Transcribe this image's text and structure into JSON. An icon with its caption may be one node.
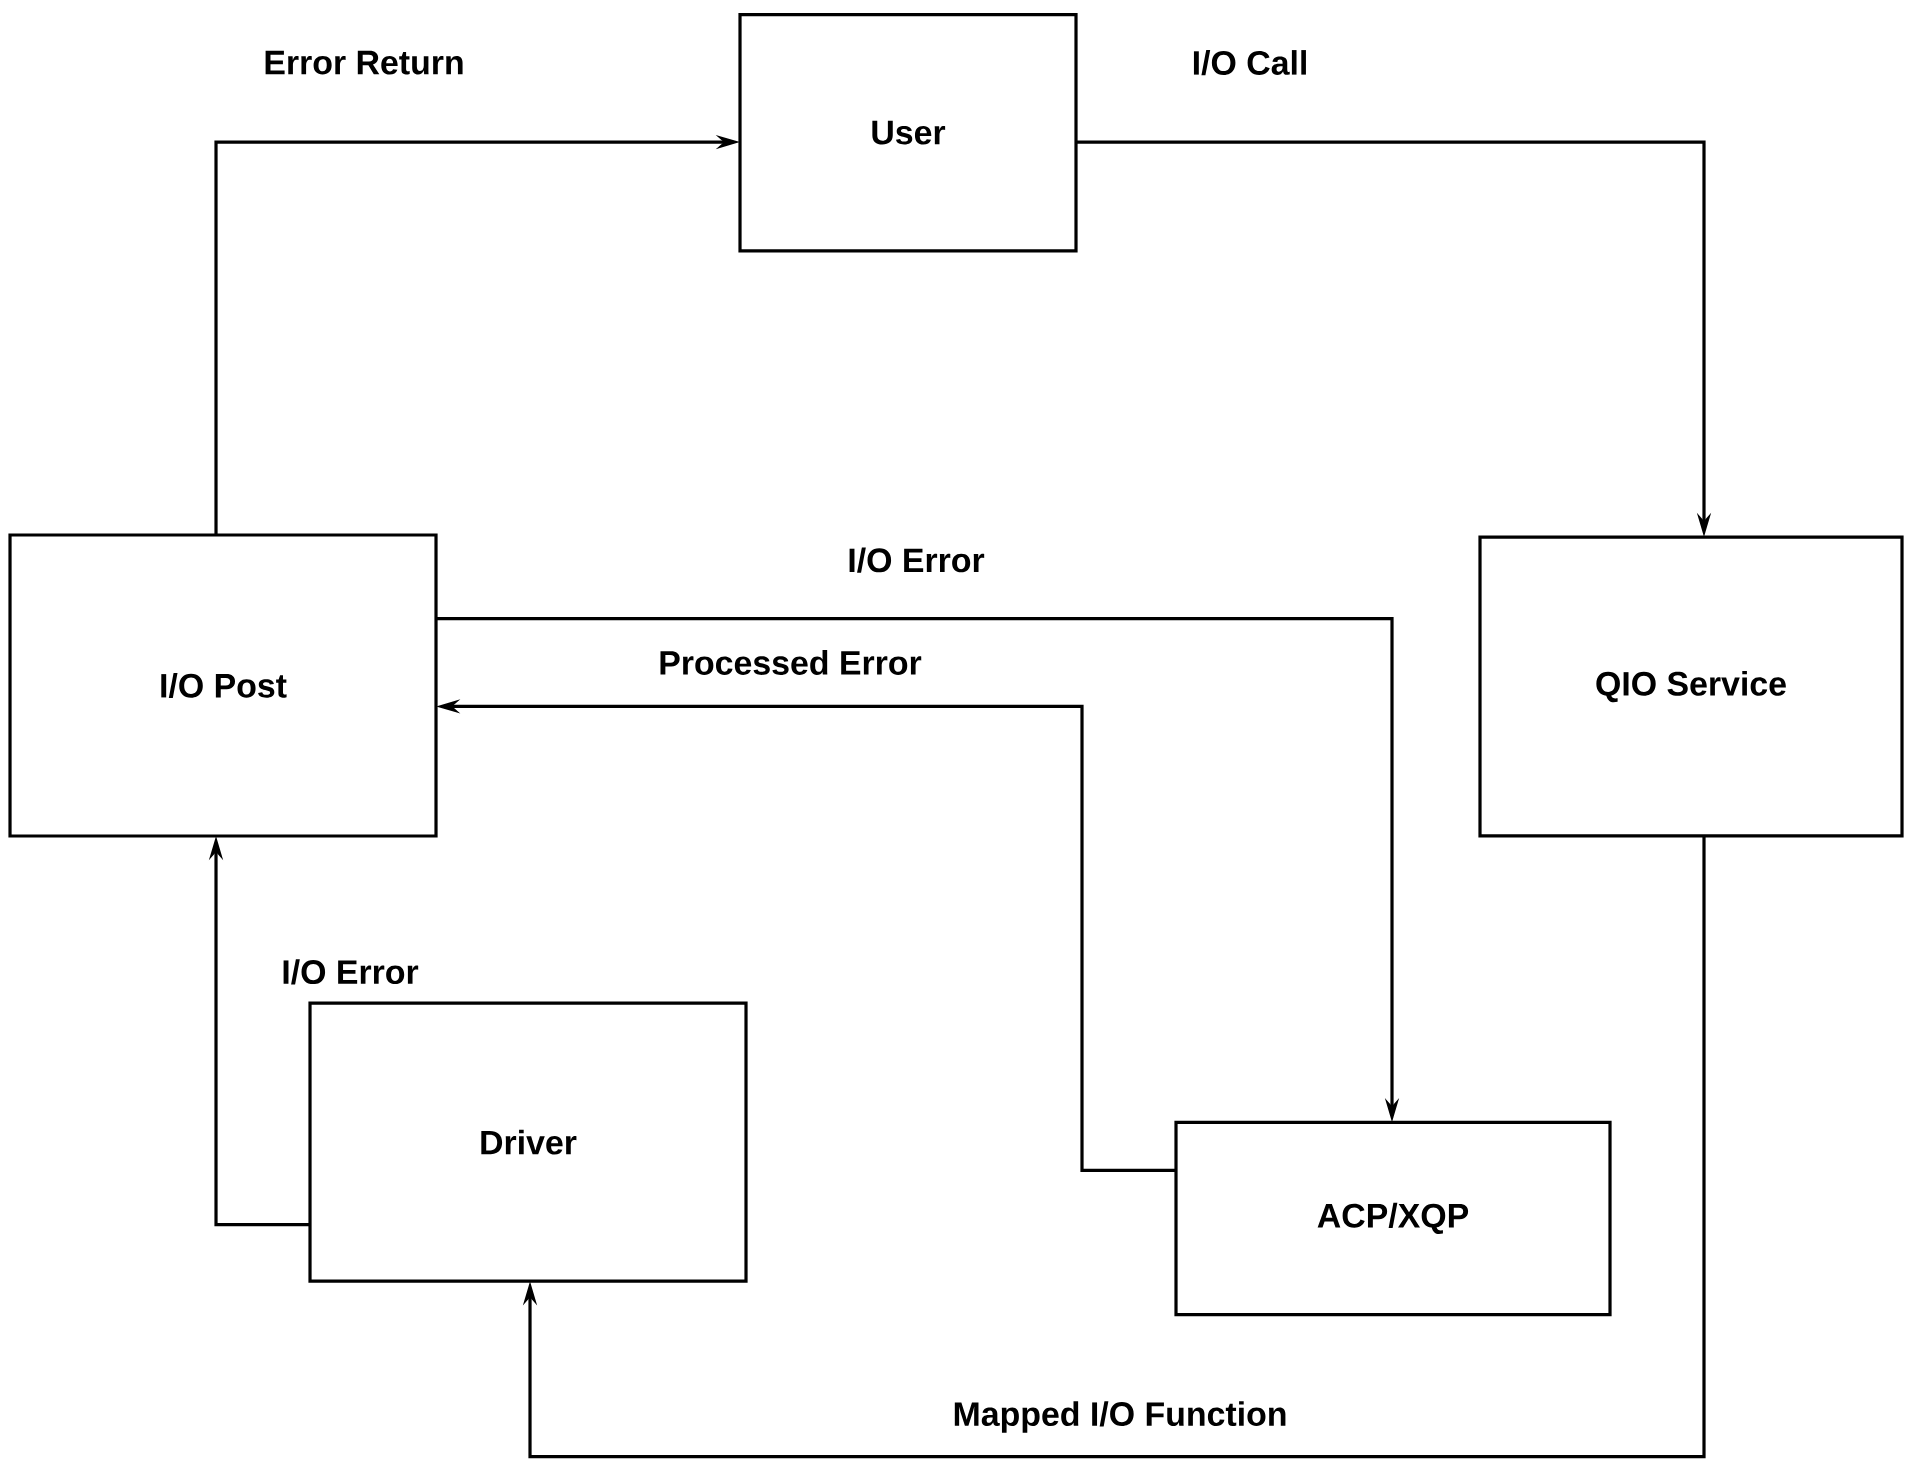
{
  "diagram": {
    "nodes": [
      {
        "text": [
          "User"
        ]
      },
      {
        "text": [
          "I/O Post"
        ]
      },
      {
        "text": [
          "QIO Service"
        ]
      },
      {
        "text": [
          "Driver"
        ]
      },
      {
        "text": [
          "ACP/XQP"
        ]
      }
    ],
    "edges": [
      {
        "from": 1,
        "to": 0,
        "arrow": "to",
        "label": "Error Return"
      },
      {
        "from": 0,
        "to": 2,
        "arrow": "to",
        "label": "I/O Call"
      },
      {
        "from": 1,
        "to": 4,
        "arrow": "to",
        "label": "I/O Error"
      },
      {
        "from": 4,
        "to": 1,
        "arrow": "to",
        "label": "Processed Error"
      },
      {
        "from": 3,
        "to": 1,
        "arrow": "to",
        "label": "I/O Error"
      },
      {
        "from": 2,
        "to": 3,
        "arrow": "to",
        "label": "Mapped I/O Function"
      }
    ]
  }
}
